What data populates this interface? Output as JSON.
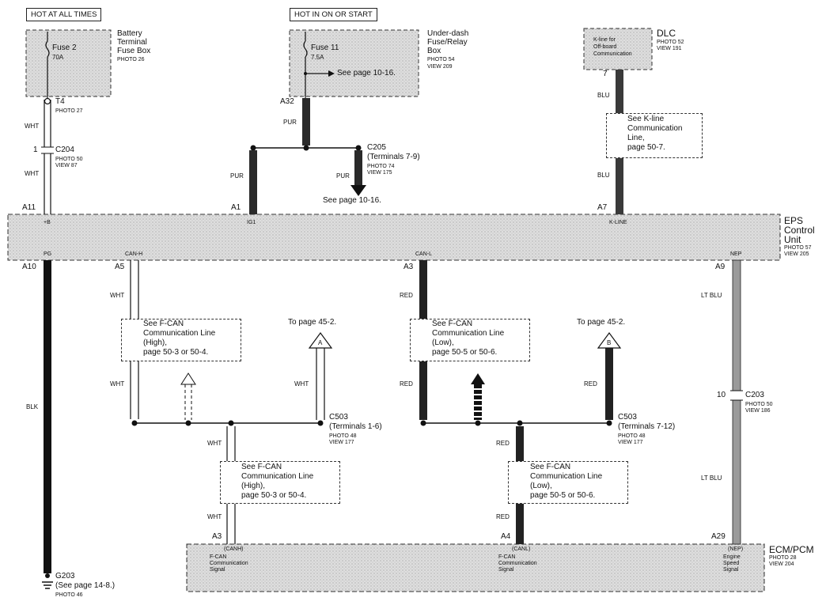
{
  "headers": {
    "hot_always": "HOT AT ALL TIMES",
    "hot_on_start": "HOT IN ON OR START"
  },
  "battery_box": {
    "fuse": "Fuse 2",
    "amp": "70A",
    "name_l1": "Battery",
    "name_l2": "Terminal",
    "name_l3": "Fuse Box",
    "photo": "PHOTO 26"
  },
  "underdash_box": {
    "fuse": "Fuse 11",
    "amp": "7.5A",
    "see": "See page 10-16.",
    "name_l1": "Under-dash",
    "name_l2": "Fuse/Relay",
    "name_l3": "Box",
    "photo": "PHOTO 54",
    "view": "VIEW 209"
  },
  "dlc": {
    "title": "DLC",
    "photo": "PHOTO 52",
    "view": "VIEW 191",
    "inner_l1": "K-line for",
    "inner_l2": "Off-board",
    "inner_l3": "Communication",
    "pin": "7"
  },
  "t4": {
    "name": "T4",
    "photo": "PHOTO 27"
  },
  "c204": {
    "pin": "1",
    "name": "C204",
    "photo": "PHOTO 50",
    "view": "VIEW 87"
  },
  "c205": {
    "name": "C205",
    "terminals": "(Terminals 7-9)",
    "photo": "PHOTO 74",
    "view": "VIEW 175",
    "see": "See page 10-16."
  },
  "kline_note": {
    "l1": "See K-line",
    "l2": "Communication",
    "l3": "Line,",
    "l4": "page 50-7."
  },
  "wires": {
    "wht": "WHT",
    "pur": "PUR",
    "blu": "BLU",
    "blk": "BLK",
    "red": "RED",
    "ltblu": "LT BLU"
  },
  "eps": {
    "name_l1": "EPS",
    "name_l2": "Control",
    "name_l3": "Unit",
    "photo": "PHOTO 57",
    "view": "VIEW 205",
    "pins": {
      "a11": "A11",
      "a1": "A1",
      "a7": "A7",
      "a10": "A10",
      "a5": "A5",
      "a3": "A3",
      "a9": "A9",
      "a32": "A32"
    },
    "labels": {
      "b": "+B",
      "ig1": "IG1",
      "kline": "K-LINE",
      "pg": "PG",
      "canh": "CAN-H",
      "canl": "CAN-L",
      "nep": "NEP"
    }
  },
  "fcan_high": {
    "l1": "See F-CAN",
    "l2": "Communication Line",
    "l3": "(High),",
    "l4": "page 50-3 or 50-4."
  },
  "fcan_low": {
    "l1": "See F-CAN",
    "l2": "Communication Line",
    "l3": "(Low),",
    "l4": "page 50-5 or 50-6."
  },
  "topage": {
    "text": "To page 45-2.",
    "a": "A",
    "b": "B"
  },
  "c503_1": {
    "name": "C503",
    "terminals": "(Terminals 1-6)",
    "photo": "PHOTO 48",
    "view": "VIEW 177"
  },
  "c503_2": {
    "name": "C503",
    "terminals": "(Terminals 7-12)",
    "photo": "PHOTO 48",
    "view": "VIEW 177"
  },
  "c203": {
    "pin": "10",
    "name": "C203",
    "photo": "PHOTO 50",
    "view": "VIEW 186"
  },
  "ecm": {
    "name": "ECM/PCM",
    "photo": "PHOTO 28",
    "view": "VIEW 204",
    "pins": {
      "a3": "A3",
      "a4": "A4",
      "a29": "A29"
    },
    "canh": {
      "code": "(CANH)",
      "l1": "F-CAN",
      "l2": "Communication",
      "l3": "Signal"
    },
    "canl": {
      "code": "(CANL)",
      "l1": "F-CAN",
      "l2": "Communication",
      "l3": "Signal"
    },
    "nep": {
      "code": "(NEP)",
      "l1": "Engine",
      "l2": "Speed",
      "l3": "Signal"
    }
  },
  "g203": {
    "name": "G203",
    "see": "(See page 14-8.)",
    "photo": "PHOTO 46"
  }
}
